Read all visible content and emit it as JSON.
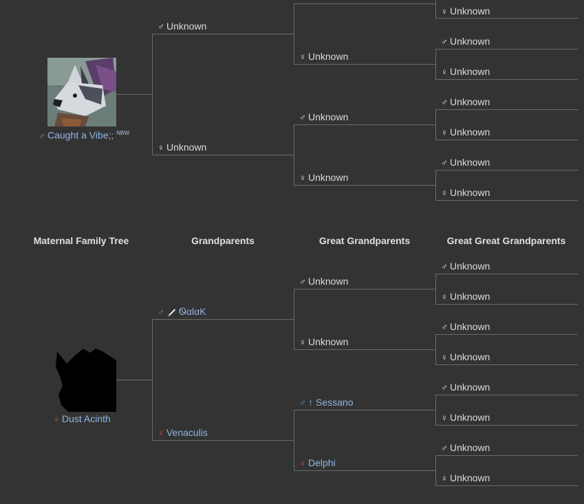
{
  "headers": {
    "maternal_tree": "Maternal Family Tree",
    "grandparents": "Grandparents",
    "great_grandparents": "Great Grandparents",
    "great_great_grandparents": "Great Great Grandparents"
  },
  "unknown_label": "Unknown",
  "sire_branch": {
    "subject": {
      "name": "Caught a Vibe;;",
      "sex": "male",
      "tag": "NBW"
    },
    "parents": [
      {
        "label": "Unknown",
        "sex": "male"
      },
      {
        "label": "Unknown",
        "sex": "female"
      }
    ],
    "grandparents": [
      {
        "label": "Unknown",
        "sex": "female"
      },
      {
        "label": "Unknown",
        "sex": "male"
      },
      {
        "label": "Unknown",
        "sex": "female"
      }
    ],
    "great_grandparents": [
      {
        "label": "Unknown",
        "sex": "female"
      },
      {
        "label": "Unknown",
        "sex": "male"
      },
      {
        "label": "Unknown",
        "sex": "female"
      },
      {
        "label": "Unknown",
        "sex": "male"
      },
      {
        "label": "Unknown",
        "sex": "female"
      },
      {
        "label": "Unknown",
        "sex": "male"
      },
      {
        "label": "Unknown",
        "sex": "female"
      }
    ]
  },
  "dam_branch": {
    "subject": {
      "name": "Dust Acinth",
      "sex": "female"
    },
    "parents": [
      {
        "label": "ᏫαlαK",
        "sex": "male"
      },
      {
        "label": "Venaculis",
        "sex": "female"
      }
    ],
    "grandparents": [
      {
        "label": "Unknown",
        "sex": "male"
      },
      {
        "label": "Unknown",
        "sex": "female"
      },
      {
        "label": "Sessano",
        "sex": "male",
        "prefix": "↑"
      },
      {
        "label": "Delphi",
        "sex": "female"
      }
    ],
    "great_grandparents": [
      {
        "label": "Unknown",
        "sex": "male"
      },
      {
        "label": "Unknown",
        "sex": "female"
      },
      {
        "label": "Unknown",
        "sex": "male"
      },
      {
        "label": "Unknown",
        "sex": "female"
      },
      {
        "label": "Unknown",
        "sex": "male"
      },
      {
        "label": "Unknown",
        "sex": "female"
      },
      {
        "label": "Unknown",
        "sex": "male"
      },
      {
        "label": "Unknown",
        "sex": "female"
      }
    ]
  },
  "colors": {
    "background": "#333333",
    "line": "#6b6b6b",
    "male": "#4f9ddb",
    "female": "#e04a4a",
    "link": "#8fb6e0"
  },
  "icons": [
    "male-icon",
    "female-icon",
    "feather-icon",
    "arrow-up-icon"
  ]
}
